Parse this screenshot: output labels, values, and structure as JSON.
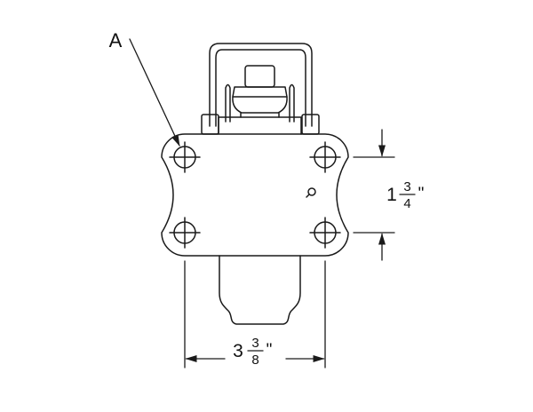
{
  "colors": {
    "ink": "#1a1a1a",
    "background": "#ffffff"
  },
  "diagram": {
    "callout_label": "A",
    "vertical_dimension": {
      "whole": "1",
      "numerator": "3",
      "denominator": "4",
      "unit": "\""
    },
    "horizontal_dimension": {
      "whole": "3",
      "numerator": "3",
      "denominator": "8",
      "unit": "\""
    }
  }
}
